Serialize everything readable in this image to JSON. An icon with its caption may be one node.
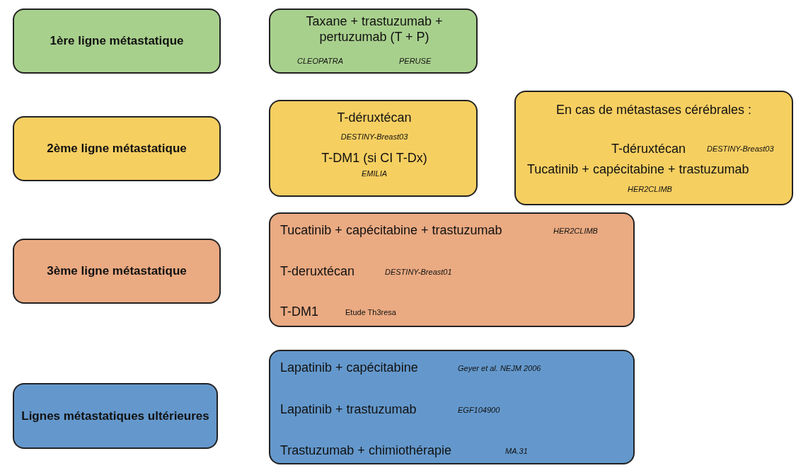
{
  "diagram": {
    "nodes": [
      {
        "text": [
          "1ère ligne métastatique"
        ]
      },
      {
        "text": [
          "Taxane + trastuzumab + pertuzumab (T + P)",
          "CLEOPATRA",
          "PERUSE"
        ]
      },
      {
        "text": [
          "2ème ligne métastatique"
        ]
      },
      {
        "text": [
          "T-déruxtécan",
          "DESTINY-Breast03",
          "T-DM1 (si CI T-Dx)",
          "EMILIA"
        ]
      },
      {
        "text": [
          "En cas de métastases cérébrales :",
          "T-déruxtécan",
          "DESTINY-Breast03",
          "Tucatinib + capécitabine + trastuzumab",
          "HER2CLIMB"
        ]
      },
      {
        "text": [
          "3ème ligne métastatique"
        ]
      },
      {
        "text": [
          "Tucatinib + capécitabine + trastuzumab",
          "HER2CLIMB",
          "T-deruxtécan",
          "DESTINY-Breast01",
          "T-DM1",
          "Etude Th3resa"
        ]
      },
      {
        "text": [
          "Lignes métastatiques ultérieures"
        ]
      },
      {
        "text": [
          "Lapatinib + capécitabine",
          "Geyer et al. NEJM 2006",
          "Lapatinib + trastuzumab",
          "EGF104900",
          "Trastuzumab + chimiothérapie",
          "MA.31"
        ]
      }
    ]
  }
}
